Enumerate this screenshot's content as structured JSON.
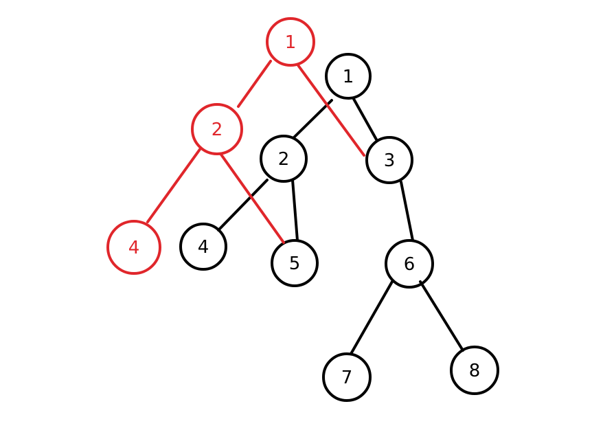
{
  "colors": {
    "black": "#000000",
    "red": "#e0262b",
    "background": "#ffffff"
  },
  "black_tree": {
    "nodes": [
      {
        "id": "b1",
        "label": "1"
      },
      {
        "id": "b2",
        "label": "2"
      },
      {
        "id": "b3",
        "label": "3"
      },
      {
        "id": "b4",
        "label": "4"
      },
      {
        "id": "b5",
        "label": "5"
      },
      {
        "id": "b6",
        "label": "6"
      },
      {
        "id": "b7",
        "label": "7"
      },
      {
        "id": "b8",
        "label": "8"
      }
    ],
    "edges": [
      [
        "b1",
        "b2"
      ],
      [
        "b1",
        "b3"
      ],
      [
        "b2",
        "b4"
      ],
      [
        "b2",
        "b5"
      ],
      [
        "b3",
        "b6"
      ],
      [
        "b6",
        "b7"
      ],
      [
        "b6",
        "b8"
      ]
    ]
  },
  "red_tree": {
    "nodes": [
      {
        "id": "r1",
        "label": "1"
      },
      {
        "id": "r2",
        "label": "2"
      },
      {
        "id": "r4",
        "label": "4"
      }
    ],
    "edges": [
      [
        "r1",
        "r2"
      ],
      [
        "r1",
        "b3"
      ],
      [
        "r2",
        "r4"
      ],
      [
        "r2",
        "b5"
      ]
    ]
  }
}
